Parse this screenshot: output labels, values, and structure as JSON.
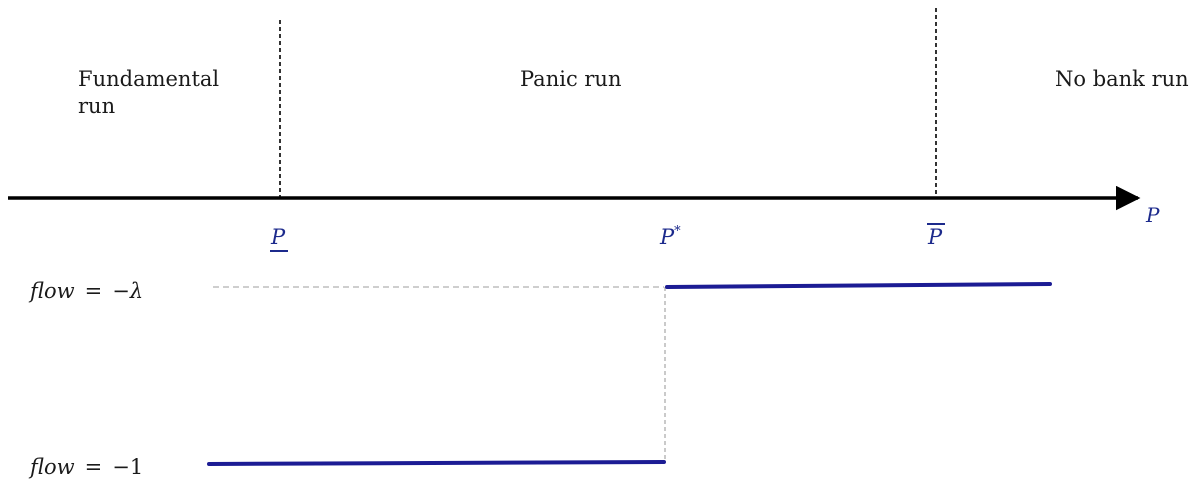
{
  "regions": {
    "fundamental": {
      "line1": "Fundamental",
      "line2": "run"
    },
    "panic": "Panic run",
    "no_run": "No bank run"
  },
  "axis": {
    "label": "P",
    "ticks": {
      "lower": "P",
      "star_base": "P",
      "star_sup": "*",
      "upper": "P"
    }
  },
  "flow_labels": {
    "high_lhs": "flow",
    "high_eq": "=",
    "high_rhs": "−λ",
    "low_lhs": "flow",
    "low_eq": "=",
    "low_rhs": "−1"
  },
  "colors": {
    "axis": "#000000",
    "series": "#1c1c94",
    "accent_text": "#1c2a8c",
    "guide": "#bdbdbd"
  }
}
